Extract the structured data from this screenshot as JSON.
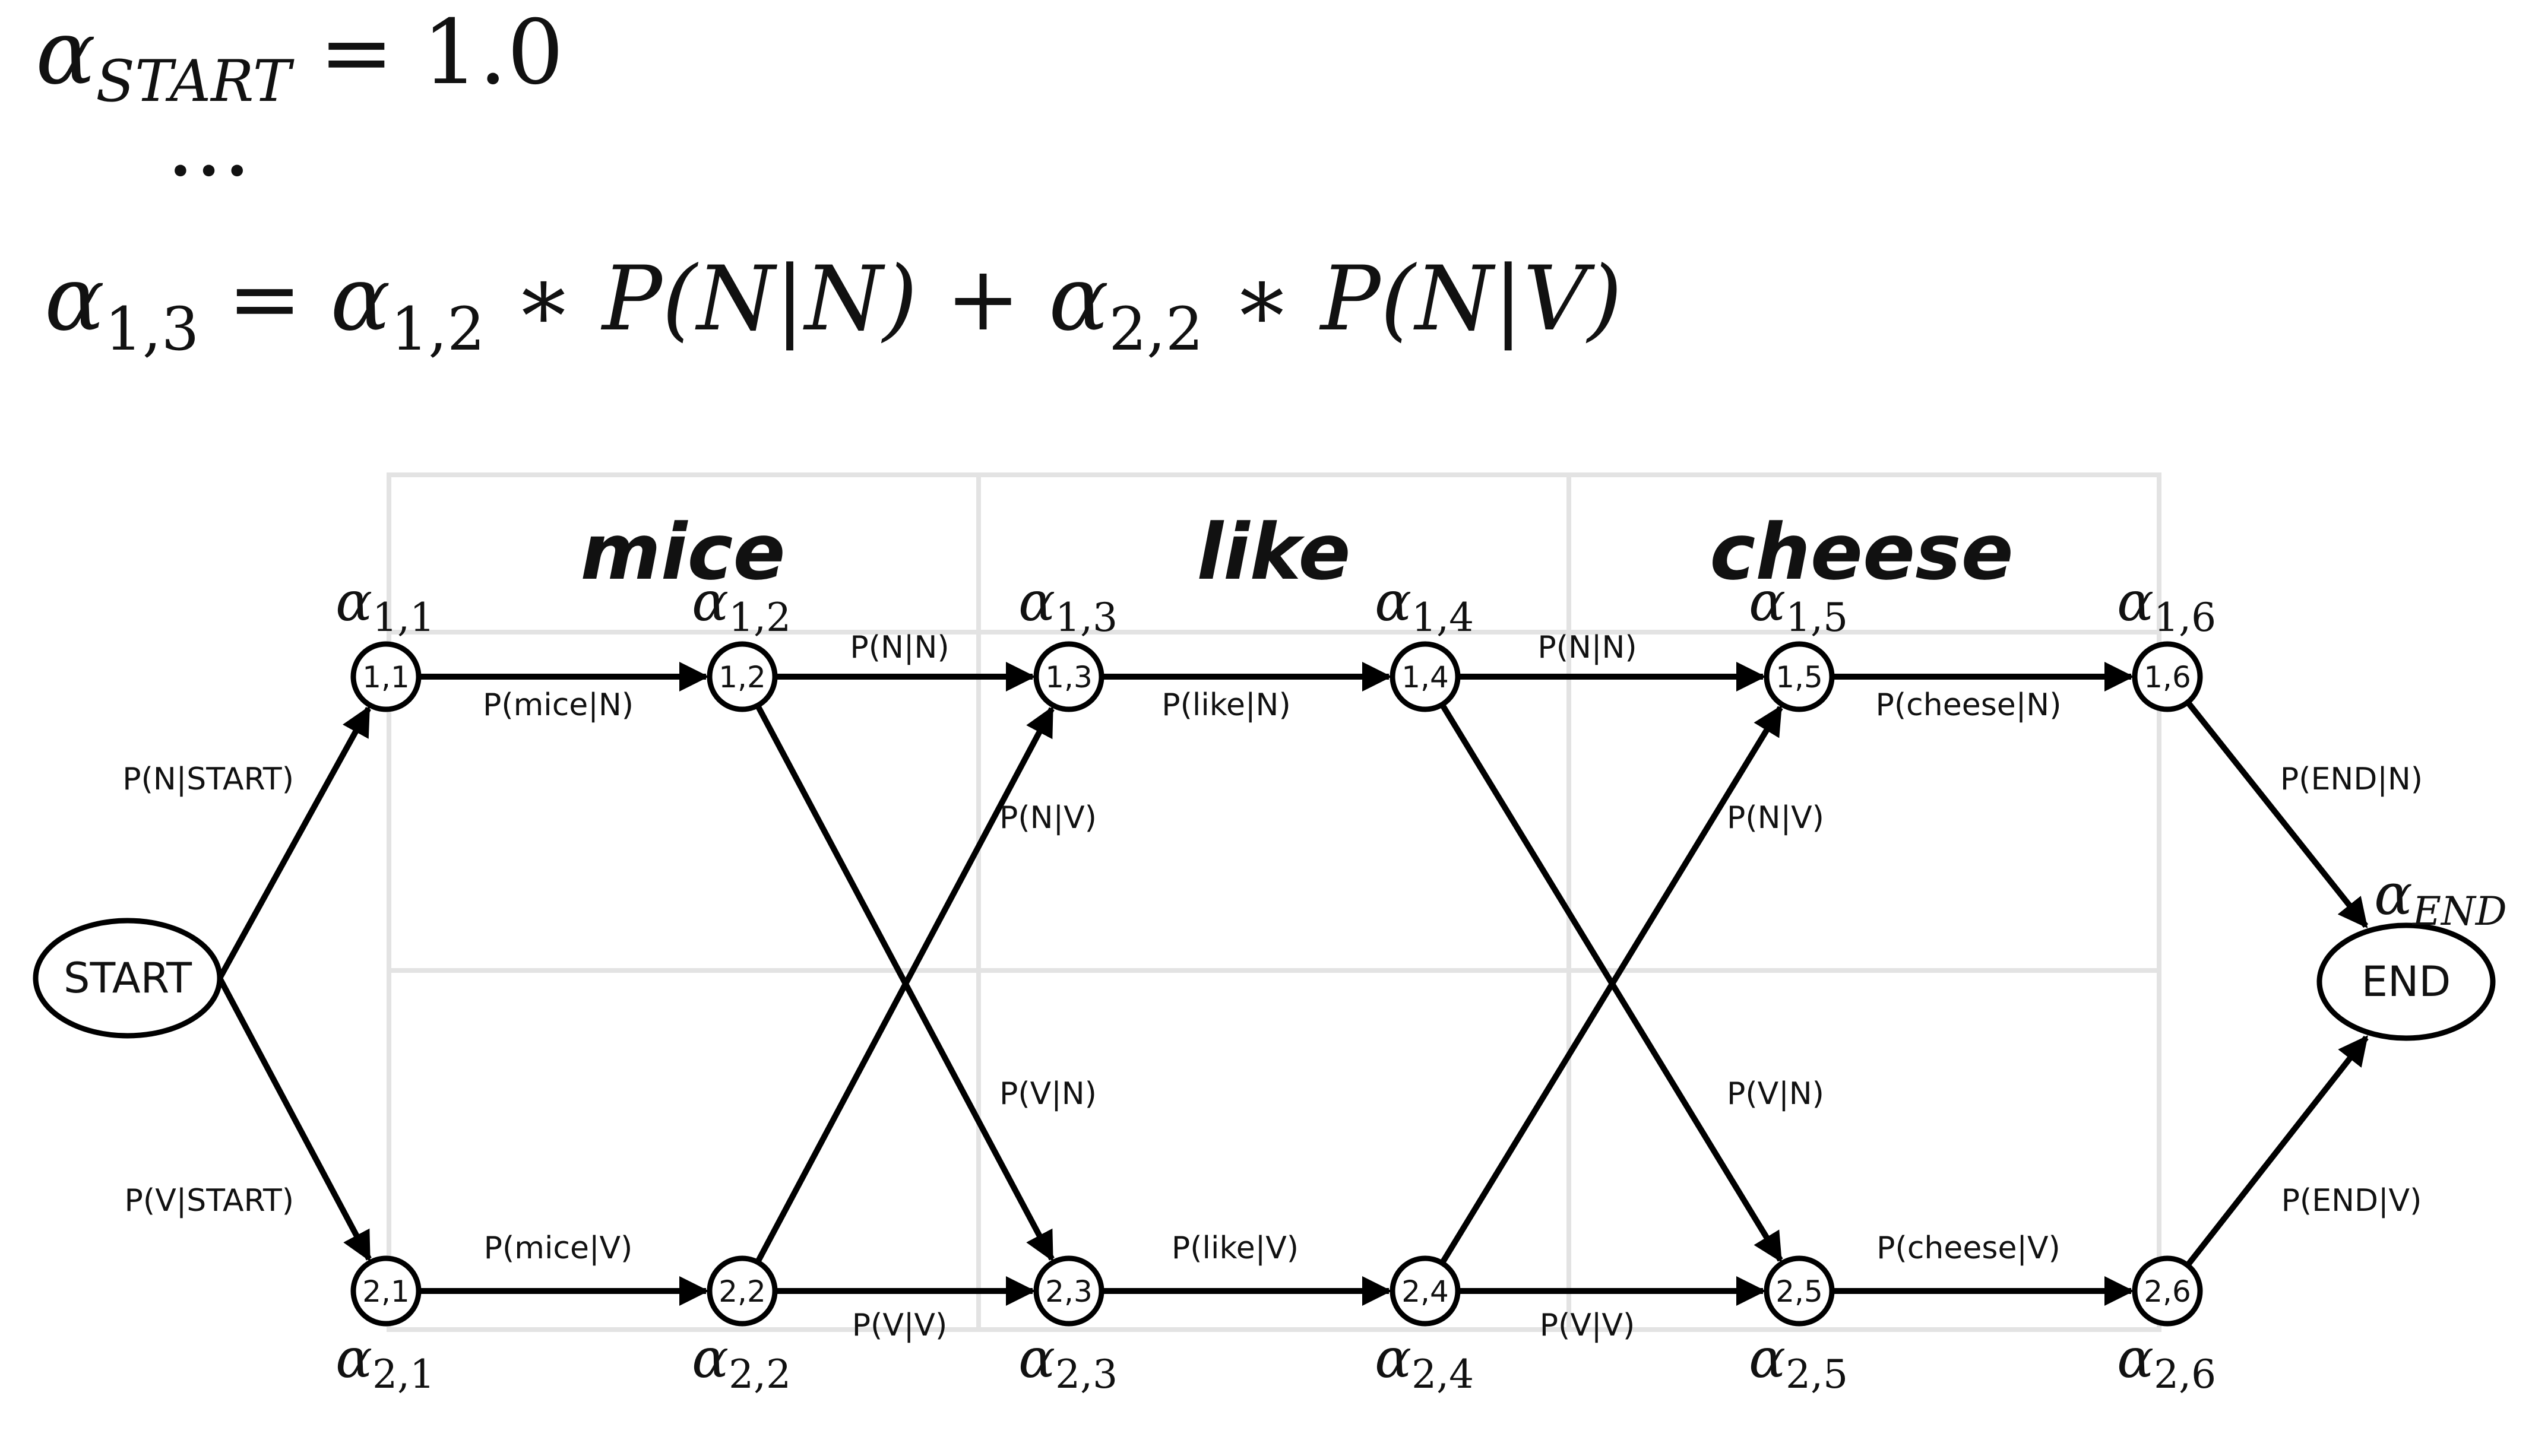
{
  "formula": {
    "line1": {
      "alpha": "α",
      "sub": "START",
      "rest": " = 1.0"
    },
    "ellipsis": "...",
    "line3": [
      {
        "t": "α",
        "s": "1,3"
      },
      {
        "t": " = α",
        "s": "1,2"
      },
      {
        "t": " ∗ P(N|N) + α",
        "s": "2,2"
      },
      {
        "t": " ∗ P(N|V)",
        "s": ""
      }
    ]
  },
  "words": [
    "mice",
    "like",
    "cheese"
  ],
  "start_label": "START",
  "end_label": "END",
  "alpha_end": {
    "alpha": "α",
    "sub": "END"
  },
  "nodes": [
    {
      "id": "1,1",
      "label": "1,1",
      "alpha_sub": "1,1"
    },
    {
      "id": "1,2",
      "label": "1,2",
      "alpha_sub": "1,2"
    },
    {
      "id": "1,3",
      "label": "1,3",
      "alpha_sub": "1,3"
    },
    {
      "id": "1,4",
      "label": "1,4",
      "alpha_sub": "1,4"
    },
    {
      "id": "1,5",
      "label": "1,5",
      "alpha_sub": "1,5"
    },
    {
      "id": "1,6",
      "label": "1,6",
      "alpha_sub": "1,6"
    },
    {
      "id": "2,1",
      "label": "2,1",
      "alpha_sub": "2,1"
    },
    {
      "id": "2,2",
      "label": "2,2",
      "alpha_sub": "2,2"
    },
    {
      "id": "2,3",
      "label": "2,3",
      "alpha_sub": "2,3"
    },
    {
      "id": "2,4",
      "label": "2,4",
      "alpha_sub": "2,4"
    },
    {
      "id": "2,5",
      "label": "2,5",
      "alpha_sub": "2,5"
    },
    {
      "id": "2,6",
      "label": "2,6",
      "alpha_sub": "2,6"
    }
  ],
  "edges": [
    {
      "from": "START",
      "to": "1,1",
      "label": "P(N|START)"
    },
    {
      "from": "START",
      "to": "2,1",
      "label": "P(V|START)"
    },
    {
      "from": "1,1",
      "to": "1,2",
      "label": "P(mice|N)"
    },
    {
      "from": "2,1",
      "to": "2,2",
      "label": "P(mice|V)"
    },
    {
      "from": "1,2",
      "to": "1,3",
      "label": "P(N|N)"
    },
    {
      "from": "2,2",
      "to": "1,3",
      "label": "P(N|V)"
    },
    {
      "from": "1,2",
      "to": "2,3",
      "label": "P(V|N)"
    },
    {
      "from": "2,2",
      "to": "2,3",
      "label": "P(V|V)"
    },
    {
      "from": "1,3",
      "to": "1,4",
      "label": "P(like|N)"
    },
    {
      "from": "2,3",
      "to": "2,4",
      "label": "P(like|V)"
    },
    {
      "from": "1,4",
      "to": "1,5",
      "label": "P(N|N)"
    },
    {
      "from": "2,4",
      "to": "1,5",
      "label": "P(N|V)"
    },
    {
      "from": "1,4",
      "to": "2,5",
      "label": "P(V|N)"
    },
    {
      "from": "2,4",
      "to": "2,5",
      "label": "P(V|V)"
    },
    {
      "from": "1,5",
      "to": "1,6",
      "label": "P(cheese|N)"
    },
    {
      "from": "2,5",
      "to": "2,6",
      "label": "P(cheese|V)"
    },
    {
      "from": "1,6",
      "to": "END",
      "label": "P(END|N)"
    },
    {
      "from": "2,6",
      "to": "END",
      "label": "P(END|V)"
    }
  ]
}
